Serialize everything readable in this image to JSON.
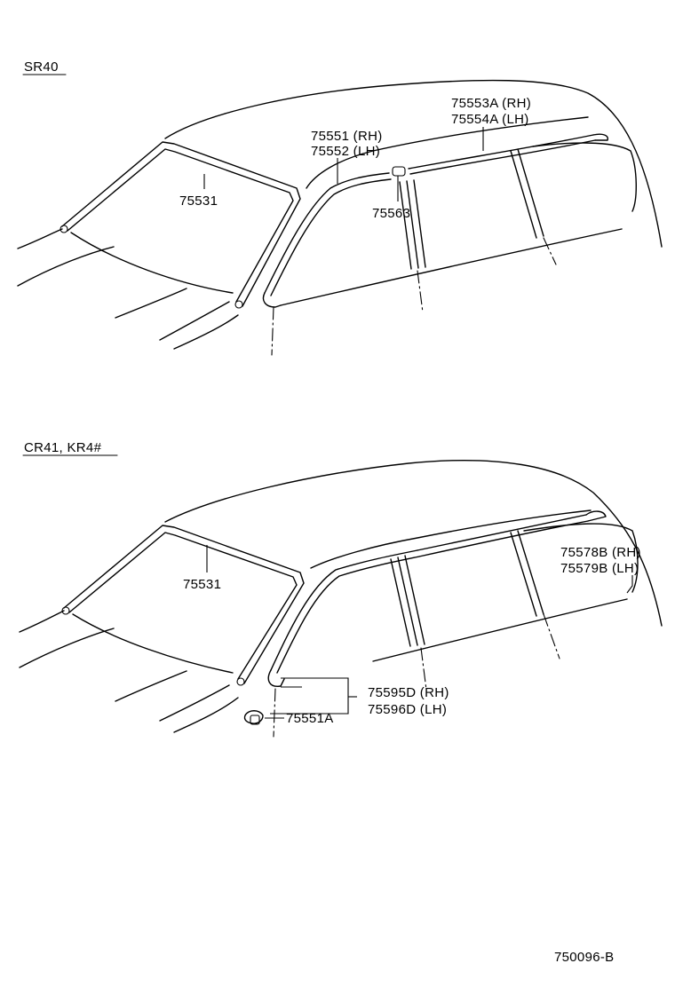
{
  "sections": [
    {
      "heading": "SR40",
      "labels": {
        "windshield_molding": "75531",
        "roof_drip_front_rh": "75551 (RH)",
        "roof_drip_front_lh": "75552 (LH)",
        "roof_drip_side_rh": "75553A (RH)",
        "roof_drip_side_lh": "75554A (LH)",
        "joint_cover": "75563"
      }
    },
    {
      "heading": "CR41, KR4#",
      "labels": {
        "windshield_molding": "75531",
        "end_cover_rh": "75578B (RH)",
        "end_cover_lh": "75579B (LH)",
        "front_molding_rh": "75595D (RH)",
        "front_molding_lh": "75596D (LH)",
        "clip": "75551A"
      }
    }
  ],
  "figure_code": "750096-B"
}
